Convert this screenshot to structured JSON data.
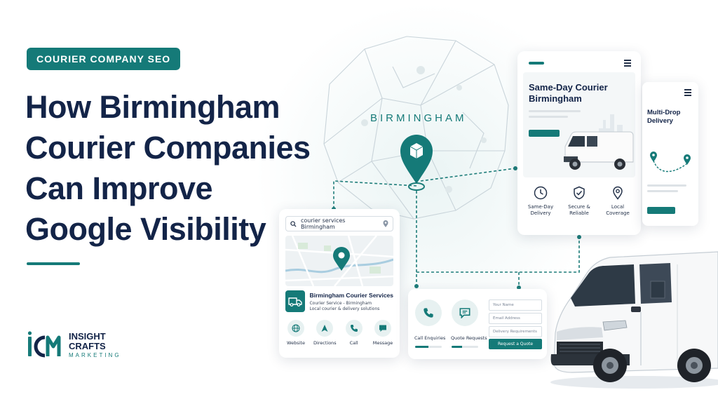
{
  "badge": "COURIER COMPANY SEO",
  "headline": [
    "How Birmingham",
    "Courier Companies",
    "Can Improve",
    "Google Visibility"
  ],
  "city_label": "BIRMINGHAM",
  "brand": {
    "line1": "INSIGHT",
    "line2": "CRAFTS",
    "line3": "MARKETING",
    "accent": "#157a78",
    "navy": "#132448"
  },
  "search_card": {
    "query": "courier services Birmingham",
    "business_name": "Birmingham Courier Services",
    "category": "Courier Service - Birmingham",
    "description": "Local courier & delivery solutions",
    "actions": [
      "Website",
      "Directions",
      "Call",
      "Message"
    ],
    "icons": [
      "search-icon",
      "location-pin-icon",
      "van-icon",
      "globe-icon",
      "navigation-icon",
      "phone-icon",
      "message-icon"
    ]
  },
  "phone_main": {
    "title_line1": "Same-Day Courier",
    "title_line2": "Birmingham",
    "features": [
      {
        "l1": "Same-Day",
        "l2": "Delivery",
        "icon": "clock-icon"
      },
      {
        "l1": "Secure &",
        "l2": "Reliable",
        "icon": "shield-check-icon"
      },
      {
        "l1": "Local",
        "l2": "Coverage",
        "icon": "location-pin-icon"
      }
    ]
  },
  "phone_side": {
    "title_line1": "Multi-Drop",
    "title_line2": "Delivery"
  },
  "form_card": {
    "call_label": "Call Enquiries",
    "quote_label": "Quote Requests",
    "call_progress": 0.5,
    "quote_progress": 0.4,
    "fields": [
      "Your Name",
      "Email Address",
      "Delivery Requirements"
    ],
    "submit": "Request a Quote"
  }
}
